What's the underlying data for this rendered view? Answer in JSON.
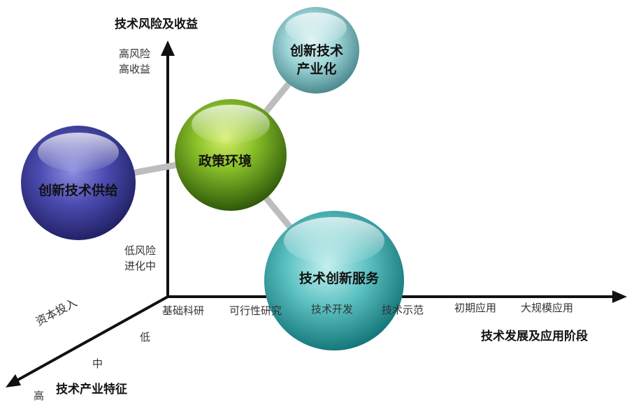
{
  "y_axis": {
    "title": "技术风险及收益",
    "top_label_1": "高风险",
    "top_label_2": "高收益",
    "bottom_label_1": "低风险",
    "bottom_label_2": "进化中"
  },
  "x_axis": {
    "title": "技术发展及应用阶段",
    "stages": [
      "基础科研",
      "可行性研究",
      "技术开发",
      "技术示范",
      "初期应用",
      "大规模应用"
    ]
  },
  "z_axis": {
    "title": "技术产业特征",
    "sub_title": "资本投入",
    "levels": [
      "低",
      "中",
      "高"
    ]
  },
  "spheres": {
    "industrialization_1": "创新技术",
    "industrialization_2": "产业化",
    "policy": "政策环境",
    "supply": "创新技术供给",
    "service": "技术创新服务"
  },
  "colors": {
    "axis": "#111111",
    "connector": "#b8b8b8",
    "sphere_teal_light": "#7fc9cd",
    "sphere_green": "#6aa31d",
    "sphere_purple": "#3a3a92",
    "sphere_teal_dark": "#1f8e8e"
  }
}
